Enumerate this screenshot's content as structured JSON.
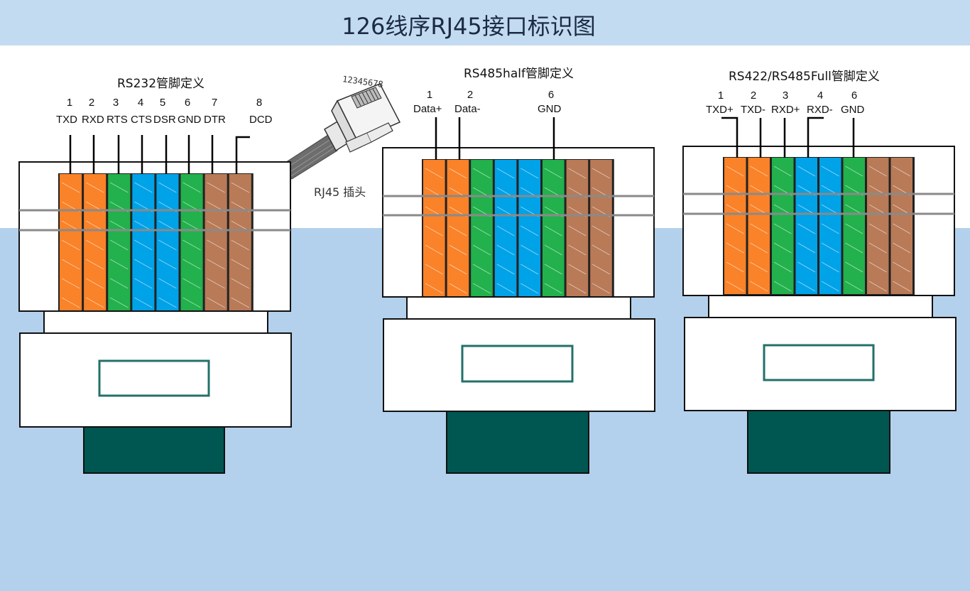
{
  "title": "126线序RJ45接口标识图",
  "plug": {
    "label": "RJ45 插头",
    "numbers": "12345678"
  },
  "colors": {
    "orange": "#fa8228",
    "green": "#22b14c",
    "blue": "#00a2e8",
    "brown": "#b97a57",
    "dark_teal": "#005650",
    "frame_teal": "#23706a",
    "gray_line": "#8a8a8a"
  },
  "connectors": [
    {
      "label": "RS232管脚定义",
      "pins": [
        {
          "num": "1",
          "signal": "TXD"
        },
        {
          "num": "2",
          "signal": "RXD"
        },
        {
          "num": "3",
          "signal": "RTS"
        },
        {
          "num": "4",
          "signal": "CTS"
        },
        {
          "num": "5",
          "signal": "DSR"
        },
        {
          "num": "6",
          "signal": "GND"
        },
        {
          "num": "7",
          "signal": "DTR"
        },
        {
          "num": "8",
          "signal": "DCD"
        }
      ]
    },
    {
      "label": "RS485half管脚定义",
      "pins": [
        {
          "num": "1",
          "signal": "Data+"
        },
        {
          "num": "2",
          "signal": "Data-"
        },
        {
          "num": "6",
          "signal": "GND"
        }
      ]
    },
    {
      "label": "RS422/RS485Full管脚定义",
      "pins": [
        {
          "num": "1",
          "signal": "TXD+"
        },
        {
          "num": "2",
          "signal": "TXD-"
        },
        {
          "num": "3",
          "signal": "RXD+"
        },
        {
          "num": "4",
          "signal": "RXD-"
        },
        {
          "num": "6",
          "signal": "GND"
        }
      ]
    }
  ]
}
